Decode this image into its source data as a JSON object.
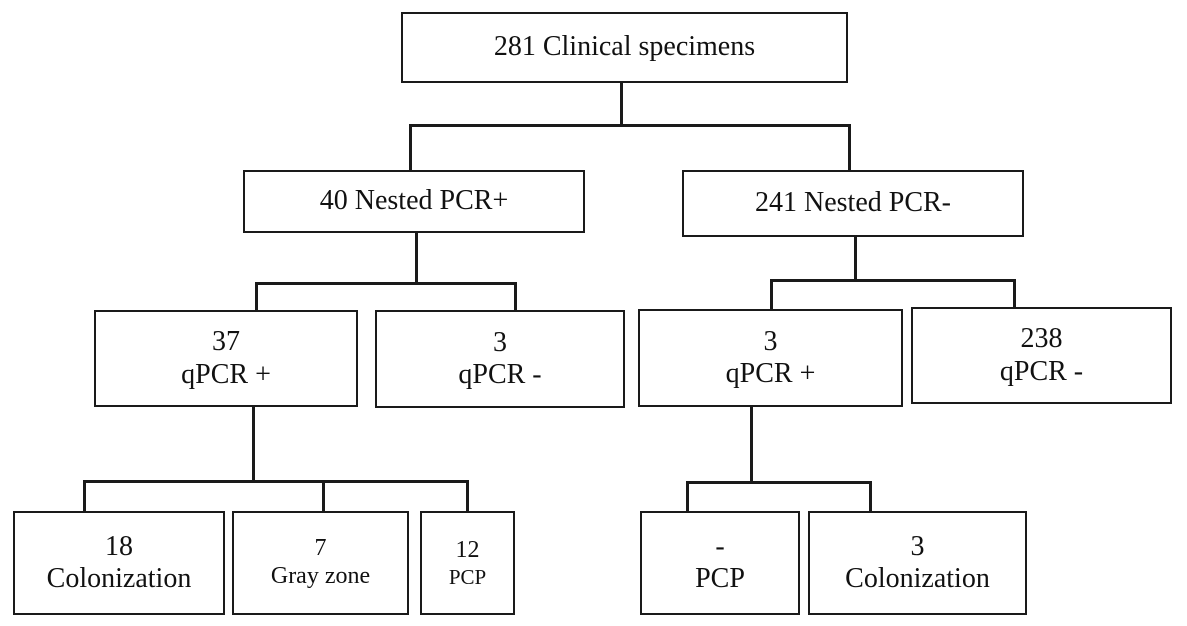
{
  "root": {
    "label": "281 Clinical specimens"
  },
  "level1": [
    {
      "label": "40 Nested PCR+"
    },
    {
      "label": "241 Nested PCR-"
    }
  ],
  "level2": [
    {
      "count": "37",
      "label": "qPCR +"
    },
    {
      "count": "3",
      "label": "qPCR -"
    },
    {
      "count": "3",
      "label": "qPCR +"
    },
    {
      "count": "238",
      "label": "qPCR -"
    }
  ],
  "level3_left": [
    {
      "count": "18",
      "label": "Colonization"
    },
    {
      "count": "7",
      "label": "Gray zone"
    },
    {
      "count": "12",
      "label": "PCP"
    }
  ],
  "level3_right": [
    {
      "count": "-",
      "label": "PCP"
    },
    {
      "count": "3",
      "label": "Colonization"
    }
  ]
}
